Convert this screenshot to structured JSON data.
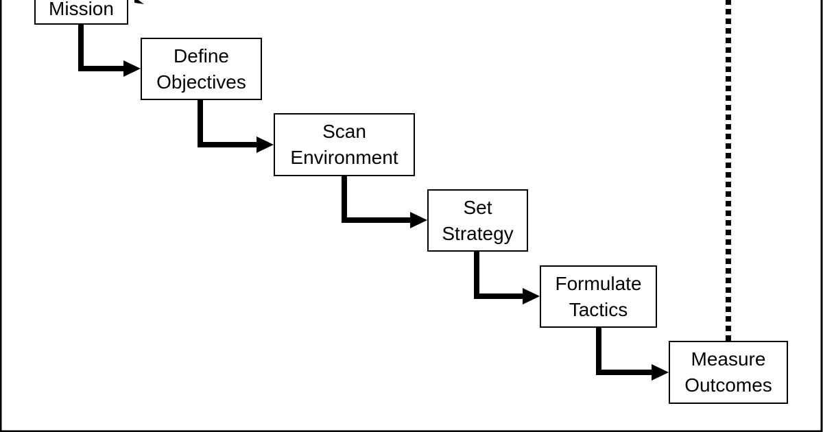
{
  "diagram": {
    "steps": [
      {
        "id": "mission",
        "lines": [
          "Mission"
        ]
      },
      {
        "id": "objectives",
        "lines": [
          "Define",
          "Objectives"
        ]
      },
      {
        "id": "scan",
        "lines": [
          "Scan",
          "Environment"
        ]
      },
      {
        "id": "strategy",
        "lines": [
          "Set",
          "Strategy"
        ]
      },
      {
        "id": "tactics",
        "lines": [
          "Formulate",
          "Tactics"
        ]
      },
      {
        "id": "outcomes",
        "lines": [
          "Measure",
          "Outcomes"
        ]
      }
    ],
    "connectors": [
      {
        "from": "mission",
        "to": "objectives",
        "style": "solid-elbow-arrow"
      },
      {
        "from": "objectives",
        "to": "scan",
        "style": "solid-elbow-arrow"
      },
      {
        "from": "scan",
        "to": "strategy",
        "style": "solid-elbow-arrow"
      },
      {
        "from": "strategy",
        "to": "tactics",
        "style": "solid-elbow-arrow"
      },
      {
        "from": "tactics",
        "to": "outcomes",
        "style": "solid-elbow-arrow"
      },
      {
        "from": "outcomes",
        "to": "mission",
        "style": "dotted-feedback"
      }
    ],
    "colors": {
      "line": "#000000",
      "box_border": "#000000",
      "background": "#ffffff",
      "text": "#000000"
    }
  }
}
